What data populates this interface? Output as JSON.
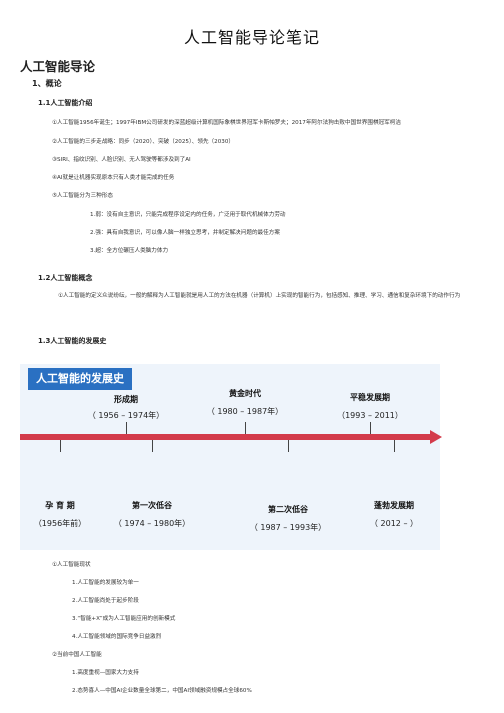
{
  "doc_title": "人工智能导论笔记",
  "heading_main": "人工智能导论",
  "section1": "1、概论",
  "sub11": {
    "title": "1.1人工智能介绍",
    "items": [
      "①人工智能1956年诞生；1997年IBM公司研发的深蓝超级计算机国际象棋世界冠军卡斯帕罗夫；2017年阿尔法狗击败中国世界围棋冠军柯洁",
      "②人工智能的三步走战略：同步（2020）、突破（2025）、领先（2030）",
      "③SIRI、指纹识别、人脸识别、无人驾驶等都涉及到了AI",
      "④AI就是让机器实现原本只有人类才能完成的任务",
      "⑤人工智能分为三种形态"
    ],
    "forms": [
      "1.弱：没有自主意识，只能完成程序设定内的任务，广泛用于取代机械体力劳动",
      "2.强：具有自我意识，可以像人脑一样独立思考，并制定解决问题的最佳方案",
      "3.超：全方位碾压人类脑力体力"
    ]
  },
  "sub12": {
    "title": "1.2人工智能概念",
    "text": "①人工智能的定义众说纷纭，一般的解释为人工智能就是用人工的方法在机器（计算机）上实现的智能行为，包括感知、推理、学习、通信和复杂环境下的动作行为"
  },
  "sub13": {
    "title": "1.3人工智能的发展史"
  },
  "timeline": {
    "title": "人工智能的发展史",
    "axis_color": "#d33b4b",
    "banner_color": "#2a70c2",
    "top": [
      {
        "name": "形成期",
        "range": "（ 1956 – 1974年）"
      },
      {
        "name": "黄金时代",
        "range": "（ 1980 – 1987年）"
      },
      {
        "name": "平稳发展期",
        "range": "（1993 – 2011）"
      }
    ],
    "bottom": [
      {
        "name": "孕 育 期",
        "range": "（1956年前）"
      },
      {
        "name": "第一次低谷",
        "range": "（ 1974 – 1980年）"
      },
      {
        "name": "第二次低谷",
        "range": "（ 1987 – 1993年）"
      },
      {
        "name": "蓬勃发展期",
        "range": "（ 2012 – ）"
      }
    ]
  },
  "status": {
    "title": "①人工智能现状",
    "items": [
      "1.人工智能的发展较为单一",
      "2.人工智能尚处于起步阶段",
      "3.“智能+X”成为人工智能应用的创新模式",
      "4.人工智能领域的国际竞争日益激烈"
    ]
  },
  "china": {
    "title": "②当前中国人工智能",
    "items": [
      "1.高度重视—国家大力支持",
      "2.态势喜人—中国AI企业数量全球第二，中国AI领域融资规模占全球60%"
    ]
  }
}
